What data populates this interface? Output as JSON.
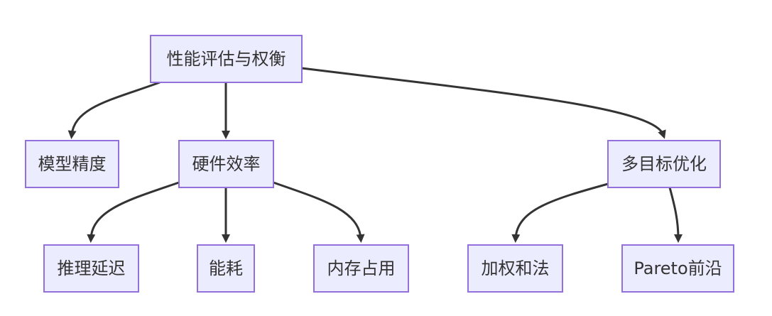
{
  "nodes": {
    "root": {
      "label": "性能评估与权衡"
    },
    "accuracy": {
      "label": "模型精度"
    },
    "hardware": {
      "label": "硬件效率"
    },
    "multiobj": {
      "label": "多目标优化"
    },
    "latency": {
      "label": "推理延迟"
    },
    "energy": {
      "label": "能耗"
    },
    "memory": {
      "label": "内存占用"
    },
    "weighted": {
      "label": "加权和法"
    },
    "pareto": {
      "label": "Pareto前沿"
    }
  },
  "colors": {
    "node_fill": "#ececff",
    "node_border": "#9370db",
    "edge": "#333333",
    "text": "#333333"
  }
}
